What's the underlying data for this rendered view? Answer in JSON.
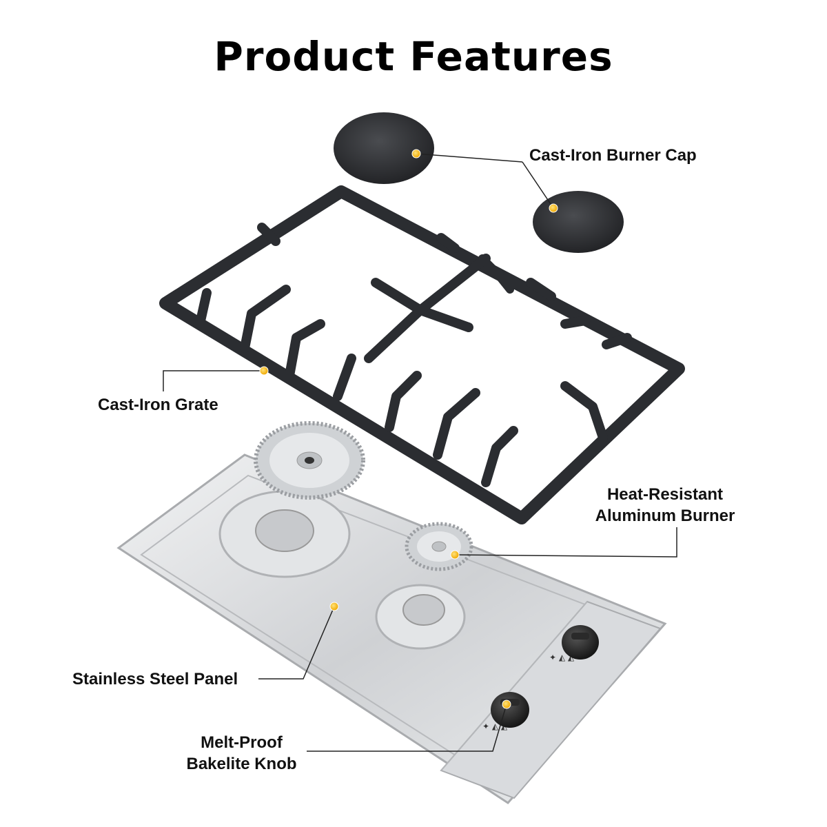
{
  "title": "Product Features",
  "colors": {
    "background": "#ffffff",
    "marker": "#f6b400",
    "cast_iron": "#2b2d31",
    "steel": "#cfd1d4",
    "leader_line": "#222222"
  },
  "labels": {
    "burner_cap": "Cast-Iron Burner Cap",
    "grate": "Cast-Iron Grate",
    "burner_line1": "Heat-Resistant",
    "burner_line2": "Aluminum Burner",
    "panel": "Stainless Steel Panel",
    "knob_line1": "Melt-Proof",
    "knob_line2": "Bakelite Knob"
  },
  "icons": [
    "burner-cap-icon",
    "grate-icon",
    "burner-icon",
    "panel-icon",
    "knob-icon",
    "marker-dot-icon"
  ]
}
